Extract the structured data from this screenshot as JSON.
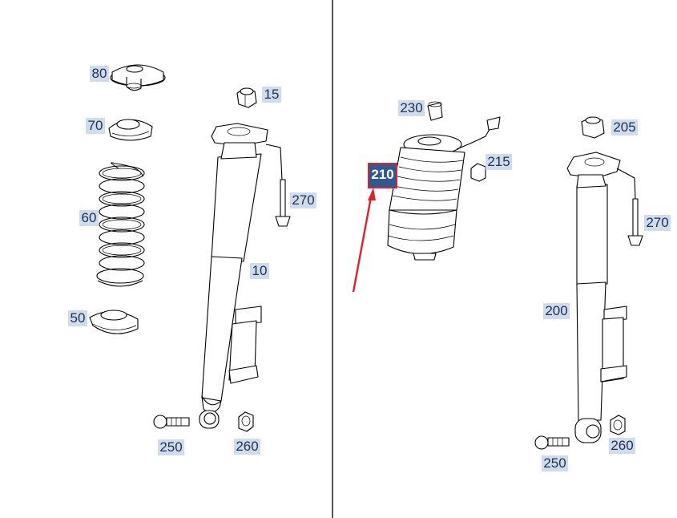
{
  "diagram": {
    "left_panel": {
      "callouts": [
        {
          "id": "80",
          "label": "80"
        },
        {
          "id": "70",
          "label": "70"
        },
        {
          "id": "60",
          "label": "60"
        },
        {
          "id": "50",
          "label": "50"
        },
        {
          "id": "15",
          "label": "15"
        },
        {
          "id": "270",
          "label": "270"
        },
        {
          "id": "10",
          "label": "10"
        },
        {
          "id": "250",
          "label": "250"
        },
        {
          "id": "260",
          "label": "260"
        }
      ]
    },
    "right_panel": {
      "callouts": [
        {
          "id": "230",
          "label": "230"
        },
        {
          "id": "210",
          "label": "210",
          "highlighted": true
        },
        {
          "id": "215",
          "label": "215"
        },
        {
          "id": "205",
          "label": "205"
        },
        {
          "id": "270b",
          "label": "270"
        },
        {
          "id": "200",
          "label": "200"
        },
        {
          "id": "250b",
          "label": "250"
        },
        {
          "id": "260b",
          "label": "260"
        }
      ]
    },
    "colors": {
      "callout_bg": "#cfdcee",
      "callout_text": "#1f3050",
      "highlight_bg": "#2e5a94",
      "highlight_border": "#e61e28",
      "arrow": "#e61e28",
      "divider": "#555555"
    }
  }
}
